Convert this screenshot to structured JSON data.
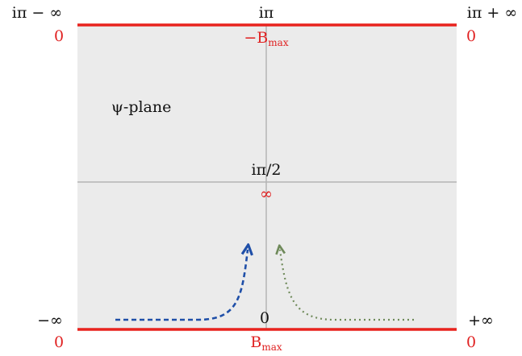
{
  "colors": {
    "plane_fill": "#ebebeb",
    "axis": "#b5b5b5",
    "boundary": "#e8231e",
    "label_black": "#111111",
    "label_red": "#e02020",
    "arrow_blue": "#1f4fa8",
    "arrow_green": "#6f8a5a"
  },
  "labels": {
    "top_left": "iπ − ∞",
    "top_center": "iπ",
    "top_right": "iπ + ∞",
    "top_left_value": "0",
    "top_right_value": "0",
    "top_center_value_main": "−B",
    "top_center_value_sub": "max",
    "plane_name": "ψ-plane",
    "mid_center": "iπ/2",
    "mid_center_value": "∞",
    "bottom_left": "−∞",
    "bottom_right": "+∞",
    "bottom_center": "0",
    "bottom_left_value": "0",
    "bottom_right_value": "0",
    "bottom_center_value_main": "B",
    "bottom_center_value_sub": "max"
  }
}
